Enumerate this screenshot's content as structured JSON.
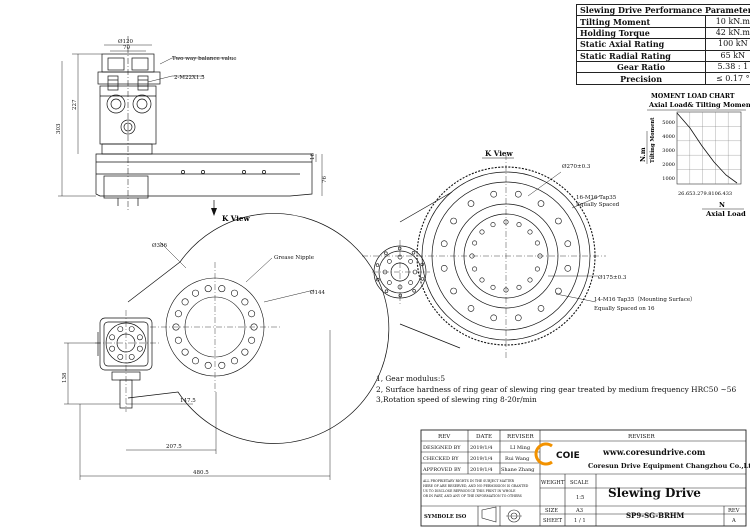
{
  "params": {
    "title": "Slewing Drive Performance Parameters",
    "rows": [
      {
        "label": "Tilting Moment",
        "value": "10 kN.m"
      },
      {
        "label": "Holding Torque",
        "value": "42 kN.m"
      },
      {
        "label": "Static Axial Rating",
        "value": "100 kN"
      },
      {
        "label": "Static Radial Rating",
        "value": "65 kN"
      },
      {
        "label": "Gear Ratio",
        "value": "5.38 : 1"
      },
      {
        "label": "Precision",
        "value": "≤ 0.17 °"
      }
    ]
  },
  "load_chart": {
    "title": "MOMENT LOAD CHART",
    "subtitle": "Axial Load& Tilting Moment",
    "y_unit": "N.m",
    "y_label": "Tilting Moment",
    "y_ticks": [
      "5000",
      "4000",
      "3000",
      "2000",
      "1000"
    ],
    "x_ticks": "26.653.279.8106.433",
    "x_unit": "N",
    "x_label": "Axial Load"
  },
  "top_view": {
    "dim_d120": "Ø120",
    "dim_70": "70",
    "dim_227": "227",
    "dim_303": "303",
    "dim_16": "16",
    "dim_76": "76",
    "two_way_valve": "Two way balance value",
    "thread_label": "2-M22X1.5",
    "k_view_arrow": "K View"
  },
  "plan_view": {
    "dim_d386": "Ø386",
    "grease_nipple": "Grease Nipple",
    "dim_d144": "Ø144",
    "dim_138": "138",
    "dim_147_5": "147.5",
    "dim_207_5": "207.5",
    "dim_480_5": "480.5"
  },
  "k_view": {
    "title": "K View",
    "dim_d270": "Ø270±0.3",
    "holes_16_m16": "16-M16 Tap35",
    "equally_spaced": "Equally Spaced",
    "dim_d175": "Ø175±0.3",
    "mounting_holes": "14-M16 Tap35（Mounting Surface）",
    "equally_spaced_16": "Equally Spaced on 16"
  },
  "notes": [
    "1, Gear modulus:5",
    "2, Surface hardness of ring gear of slewing ring gear treated by medium frequency HRC50 ~56",
    "3,Rotation speed of slewing ring 8-20r/min"
  ],
  "title_block": {
    "rev_h": "REV",
    "date_h": "DATE",
    "reviser_h": "REVISER",
    "reviser_h2": "REVISER",
    "designed": "DESIGNED BY",
    "designed_date": "2019/1/4",
    "designed_name": "LI Ming",
    "checked": "CHECKED BY",
    "checked_date": "2019/1/4",
    "checked_name": "Rui Wang",
    "approved": "APPROVED BY",
    "approved_date": "2019/1/4",
    "approved_name": "Shane Zhang",
    "logo": "COIE",
    "website": "www.coresundrive.com",
    "company": "Coresun Drive Equipment Changzhou Co.,Ltd.",
    "legal_1": "ALL PROPRIETARY RIGHTS IN THE SUBJECT MATTER",
    "legal_2": "HERE OF ARE RESERVED, AND NO PERMISSION IS GRANTED",
    "legal_3": "US TO DISCLOSE REPRODUCE THIS PRINT IN WHOLE",
    "legal_4": "OR IN PART, AND ANY OF THE INFORMATION TO OTHERS",
    "weight_h": "WEIGHT",
    "scale_h": "SCALE",
    "scale_v": "1:5",
    "drawing_title": "Slewing Drive",
    "size_h": "SIZE",
    "size_v": "A3",
    "sheet_h": "SHEET",
    "sheet_v": "1 / 1",
    "symbole": "SYMBOLE ISO",
    "part_no": "SP9-SG-BRHM",
    "rev_h2": "REV",
    "rev_v": "A"
  }
}
